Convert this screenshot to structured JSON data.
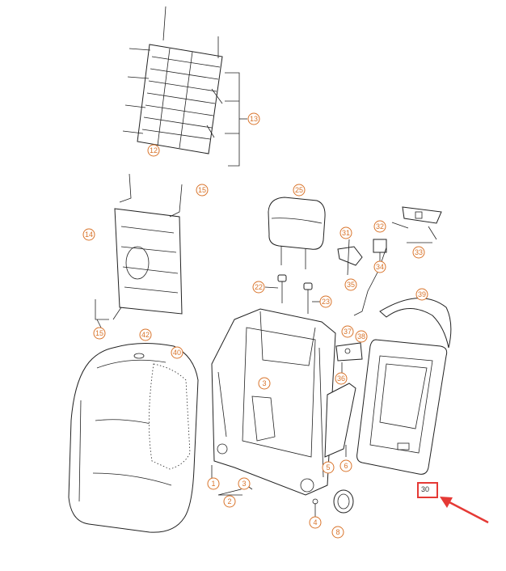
{
  "diagram": {
    "callouts": [
      {
        "id": "12",
        "label": "12"
      },
      {
        "id": "13",
        "label": "13"
      },
      {
        "id": "14",
        "label": "14"
      },
      {
        "id": "15a",
        "label": "15"
      },
      {
        "id": "15b",
        "label": "15"
      },
      {
        "id": "25",
        "label": "25"
      },
      {
        "id": "22",
        "label": "22"
      },
      {
        "id": "23",
        "label": "23"
      },
      {
        "id": "31",
        "label": "31"
      },
      {
        "id": "32",
        "label": "32"
      },
      {
        "id": "33",
        "label": "33"
      },
      {
        "id": "34",
        "label": "34"
      },
      {
        "id": "35",
        "label": "35"
      },
      {
        "id": "39",
        "label": "39"
      },
      {
        "id": "37",
        "label": "37"
      },
      {
        "id": "38",
        "label": "38"
      },
      {
        "id": "36",
        "label": "36"
      },
      {
        "id": "42",
        "label": "42"
      },
      {
        "id": "40",
        "label": "40"
      },
      {
        "id": "3a",
        "label": "3"
      },
      {
        "id": "5",
        "label": "5"
      },
      {
        "id": "6",
        "label": "6"
      },
      {
        "id": "1",
        "label": "1"
      },
      {
        "id": "3b",
        "label": "3"
      },
      {
        "id": "2",
        "label": "2"
      },
      {
        "id": "4",
        "label": "4"
      },
      {
        "id": "8",
        "label": "8"
      }
    ],
    "highlight": {
      "label": "30",
      "color": "#e53935"
    },
    "arrow_color": "#e53935",
    "callout_color": "#d9742b"
  }
}
